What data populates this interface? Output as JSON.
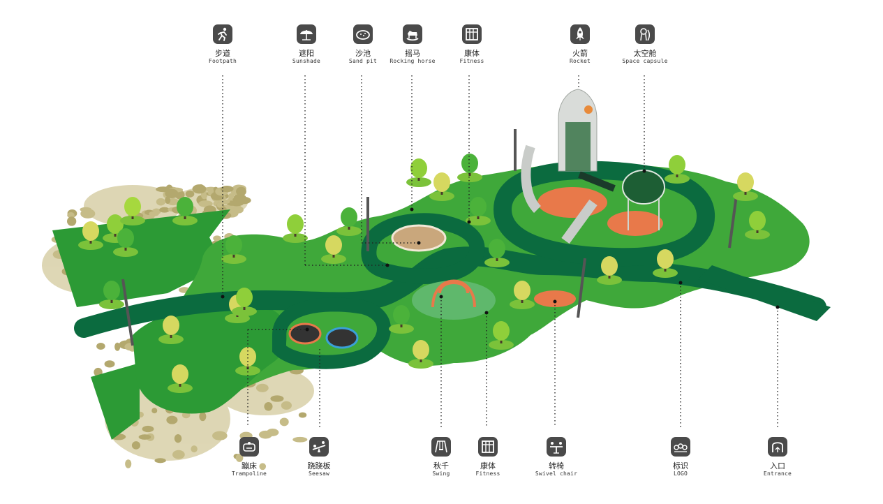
{
  "colors": {
    "grass_dark": "#1f8a2e",
    "grass_mid": "#4bb23a",
    "grass_light": "#8ccf3a",
    "path_green": "#0b6b3f",
    "pebble": "#b9ae78",
    "rubber_orange": "#e8794a",
    "icon_bg": "#4a4a4a"
  },
  "top_labels": [
    {
      "id": "footpath",
      "cn": "步道",
      "en": "Footpath",
      "icon": "running-person-icon"
    },
    {
      "id": "sunshade",
      "cn": "遮阳",
      "en": "Sunshade",
      "icon": "umbrella-icon"
    },
    {
      "id": "sandpit",
      "cn": "沙池",
      "en": "Sand pit",
      "icon": "sand-pit-icon"
    },
    {
      "id": "rocking",
      "cn": "摇马",
      "en": "Rocking horse",
      "icon": "rocking-horse-icon"
    },
    {
      "id": "fitness_top",
      "cn": "康体",
      "en": "Fitness",
      "icon": "fitness-frame-icon"
    },
    {
      "id": "rocket",
      "cn": "火箭",
      "en": "Rocket",
      "icon": "rocket-icon"
    },
    {
      "id": "capsule",
      "cn": "太空舱",
      "en": "Space capsule",
      "icon": "space-capsule-icon"
    }
  ],
  "bottom_labels": [
    {
      "id": "trampoline",
      "cn": "蹦床",
      "en": "Trampoline",
      "icon": "trampoline-icon"
    },
    {
      "id": "seesaw",
      "cn": "跷跷板",
      "en": "Seesaw",
      "icon": "seesaw-icon"
    },
    {
      "id": "swing",
      "cn": "秋千",
      "en": "Swing",
      "icon": "swing-icon"
    },
    {
      "id": "fitness_bottom",
      "cn": "康体",
      "en": "Fitness",
      "icon": "fitness-frame-icon"
    },
    {
      "id": "swivel",
      "cn": "转椅",
      "en": "Swivel chair",
      "icon": "swivel-chair-icon"
    },
    {
      "id": "logo",
      "cn": "标识",
      "en": "LOGO",
      "icon": "logo-sign-icon"
    },
    {
      "id": "entrance",
      "cn": "入口",
      "en": "Entrance",
      "icon": "entrance-gate-icon"
    }
  ]
}
